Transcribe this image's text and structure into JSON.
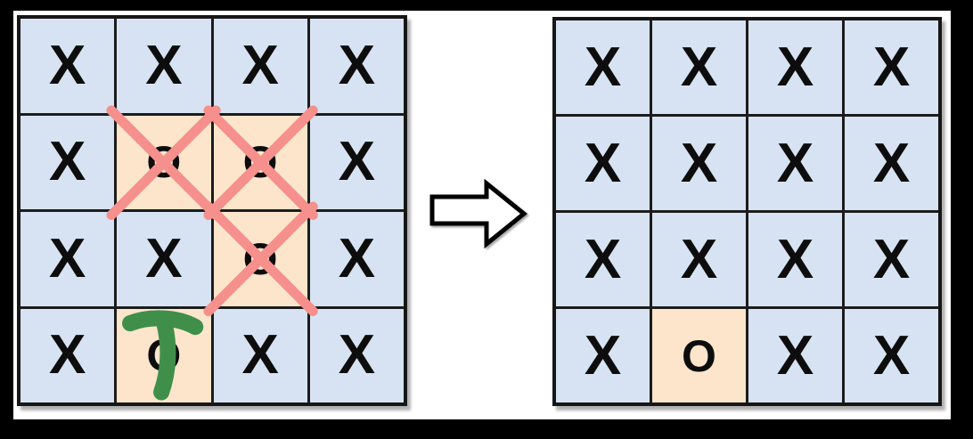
{
  "scene": {
    "frame_color": "#000000",
    "canvas_color": "#ffffff"
  },
  "colors": {
    "cell_blue": "#d7e3f2",
    "cell_orange": "#fce5cb",
    "grid_line": "#1c1c1c",
    "mark_black": "#0d0d0d",
    "cross_red": "#f5908c",
    "check_green": "#3f8f4b"
  },
  "arrow": {
    "direction": "right",
    "style": "outlined-block-arrow",
    "fill": "#ffffff",
    "stroke": "#000000"
  },
  "grids": [
    {
      "name": "grid-before",
      "rows": 4,
      "cols": 4,
      "cells": [
        {
          "row": 1,
          "col": 1,
          "mark": "X",
          "bg": "blue",
          "overlay": null
        },
        {
          "row": 1,
          "col": 2,
          "mark": "X",
          "bg": "blue",
          "overlay": null
        },
        {
          "row": 1,
          "col": 3,
          "mark": "X",
          "bg": "blue",
          "overlay": null
        },
        {
          "row": 1,
          "col": 4,
          "mark": "X",
          "bg": "blue",
          "overlay": null
        },
        {
          "row": 2,
          "col": 1,
          "mark": "X",
          "bg": "blue",
          "overlay": null
        },
        {
          "row": 2,
          "col": 2,
          "mark": "O",
          "bg": "orange",
          "overlay": "red-cross"
        },
        {
          "row": 2,
          "col": 3,
          "mark": "O",
          "bg": "orange",
          "overlay": "red-cross"
        },
        {
          "row": 2,
          "col": 4,
          "mark": "X",
          "bg": "blue",
          "overlay": null
        },
        {
          "row": 3,
          "col": 1,
          "mark": "X",
          "bg": "blue",
          "overlay": null
        },
        {
          "row": 3,
          "col": 2,
          "mark": "X",
          "bg": "blue",
          "overlay": null
        },
        {
          "row": 3,
          "col": 3,
          "mark": "O",
          "bg": "orange",
          "overlay": "red-cross"
        },
        {
          "row": 3,
          "col": 4,
          "mark": "X",
          "bg": "blue",
          "overlay": null
        },
        {
          "row": 4,
          "col": 1,
          "mark": "X",
          "bg": "blue",
          "overlay": null
        },
        {
          "row": 4,
          "col": 2,
          "mark": "O",
          "bg": "orange",
          "overlay": "green-check"
        },
        {
          "row": 4,
          "col": 3,
          "mark": "X",
          "bg": "blue",
          "overlay": null
        },
        {
          "row": 4,
          "col": 4,
          "mark": "X",
          "bg": "blue",
          "overlay": null
        }
      ]
    },
    {
      "name": "grid-after",
      "rows": 4,
      "cols": 4,
      "cells": [
        {
          "row": 1,
          "col": 1,
          "mark": "X",
          "bg": "blue",
          "overlay": null
        },
        {
          "row": 1,
          "col": 2,
          "mark": "X",
          "bg": "blue",
          "overlay": null
        },
        {
          "row": 1,
          "col": 3,
          "mark": "X",
          "bg": "blue",
          "overlay": null
        },
        {
          "row": 1,
          "col": 4,
          "mark": "X",
          "bg": "blue",
          "overlay": null
        },
        {
          "row": 2,
          "col": 1,
          "mark": "X",
          "bg": "blue",
          "overlay": null
        },
        {
          "row": 2,
          "col": 2,
          "mark": "X",
          "bg": "blue",
          "overlay": null
        },
        {
          "row": 2,
          "col": 3,
          "mark": "X",
          "bg": "blue",
          "overlay": null
        },
        {
          "row": 2,
          "col": 4,
          "mark": "X",
          "bg": "blue",
          "overlay": null
        },
        {
          "row": 3,
          "col": 1,
          "mark": "X",
          "bg": "blue",
          "overlay": null
        },
        {
          "row": 3,
          "col": 2,
          "mark": "X",
          "bg": "blue",
          "overlay": null
        },
        {
          "row": 3,
          "col": 3,
          "mark": "X",
          "bg": "blue",
          "overlay": null
        },
        {
          "row": 3,
          "col": 4,
          "mark": "X",
          "bg": "blue",
          "overlay": null
        },
        {
          "row": 4,
          "col": 1,
          "mark": "X",
          "bg": "blue",
          "overlay": null
        },
        {
          "row": 4,
          "col": 2,
          "mark": "O",
          "bg": "orange",
          "overlay": null
        },
        {
          "row": 4,
          "col": 3,
          "mark": "X",
          "bg": "blue",
          "overlay": null
        },
        {
          "row": 4,
          "col": 4,
          "mark": "X",
          "bg": "blue",
          "overlay": null
        }
      ]
    }
  ]
}
